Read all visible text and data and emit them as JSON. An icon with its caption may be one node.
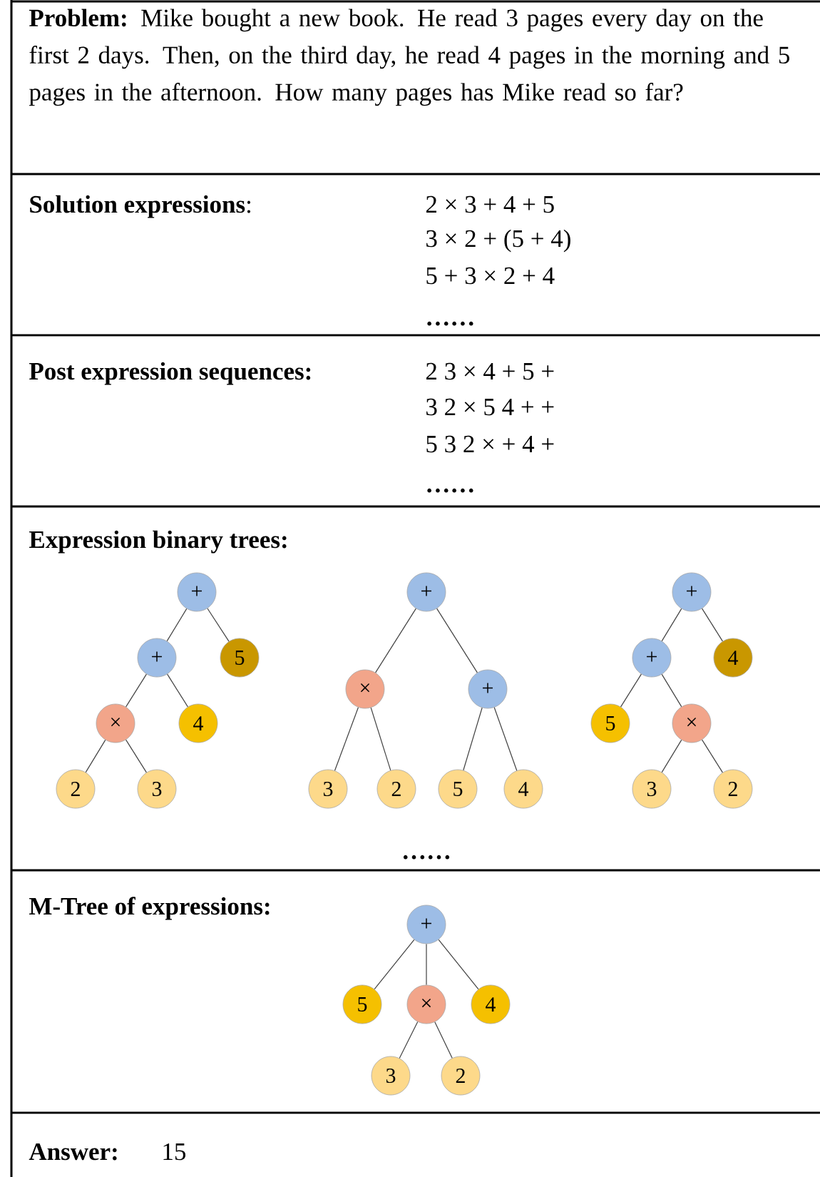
{
  "diagram": {
    "nodes": [
      {
        "text": [
          "+"
        ]
      },
      {
        "text": [
          "+"
        ]
      },
      {
        "text": [
          "5"
        ]
      },
      {
        "text": [
          "×"
        ]
      },
      {
        "text": [
          "4"
        ]
      },
      {
        "text": [
          "2"
        ]
      },
      {
        "text": [
          "3"
        ]
      },
      {
        "text": [
          "+"
        ]
      },
      {
        "text": [
          "×"
        ]
      },
      {
        "text": [
          "+"
        ]
      },
      {
        "text": [
          "3"
        ]
      },
      {
        "text": [
          "2"
        ]
      },
      {
        "text": [
          "5"
        ]
      },
      {
        "text": [
          "4"
        ]
      },
      {
        "text": [
          "+"
        ]
      },
      {
        "text": [
          "+"
        ]
      },
      {
        "text": [
          "4"
        ]
      },
      {
        "text": [
          "5"
        ]
      },
      {
        "text": [
          "×"
        ]
      },
      {
        "text": [
          "3"
        ]
      },
      {
        "text": [
          "2"
        ]
      },
      {
        "text": [
          "+"
        ]
      },
      {
        "text": [
          "5"
        ]
      },
      {
        "text": [
          "×"
        ]
      },
      {
        "text": [
          "4"
        ]
      },
      {
        "text": [
          "3"
        ]
      },
      {
        "text": [
          "2"
        ]
      }
    ],
    "edges": [
      {
        "from": 0,
        "to": 1,
        "arrow": "none"
      },
      {
        "from": 0,
        "to": 2,
        "arrow": "none"
      },
      {
        "from": 1,
        "to": 3,
        "arrow": "none"
      },
      {
        "from": 1,
        "to": 4,
        "arrow": "none"
      },
      {
        "from": 3,
        "to": 5,
        "arrow": "none"
      },
      {
        "from": 3,
        "to": 6,
        "arrow": "none"
      },
      {
        "from": 7,
        "to": 8,
        "arrow": "none"
      },
      {
        "from": 7,
        "to": 9,
        "arrow": "none"
      },
      {
        "from": 8,
        "to": 10,
        "arrow": "none"
      },
      {
        "from": 8,
        "to": 11,
        "arrow": "none"
      },
      {
        "from": 9,
        "to": 12,
        "arrow": "none"
      },
      {
        "from": 9,
        "to": 13,
        "arrow": "none"
      },
      {
        "from": 14,
        "to": 15,
        "arrow": "none"
      },
      {
        "from": 14,
        "to": 16,
        "arrow": "none"
      },
      {
        "from": 15,
        "to": 17,
        "arrow": "none"
      },
      {
        "from": 15,
        "to": 18,
        "arrow": "none"
      },
      {
        "from": 18,
        "to": 19,
        "arrow": "none"
      },
      {
        "from": 18,
        "to": 20,
        "arrow": "none"
      },
      {
        "from": 21,
        "to": 22,
        "arrow": "none"
      },
      {
        "from": 21,
        "to": 23,
        "arrow": "none"
      },
      {
        "from": 21,
        "to": 24,
        "arrow": "none"
      },
      {
        "from": 23,
        "to": 25,
        "arrow": "none"
      },
      {
        "from": 23,
        "to": 26,
        "arrow": "none"
      }
    ],
    "labels": [
      "**Problem:** Mike bought a new book. He read 3 pages every day on the first 2 days. Then, on the third day, he read 4 pages in the morning and 5 pages in the afternoon. How many pages has Mike read so far?",
      "**Solution expressions**:",
      "2 × 3 +  4 + 5",
      "3 × 2 + (5 + 4)",
      "5 + 3 ×  2 + 4",
      "……",
      "Post expression sequences:",
      "2 3 × 4 + 5 +",
      "3 2 × 5 4 + +",
      "5 3 2 × + 4 +",
      "……",
      "Expression binary trees:",
      "……",
      "M-Tree of  expressions:",
      "Answer:",
      "15"
    ]
  }
}
